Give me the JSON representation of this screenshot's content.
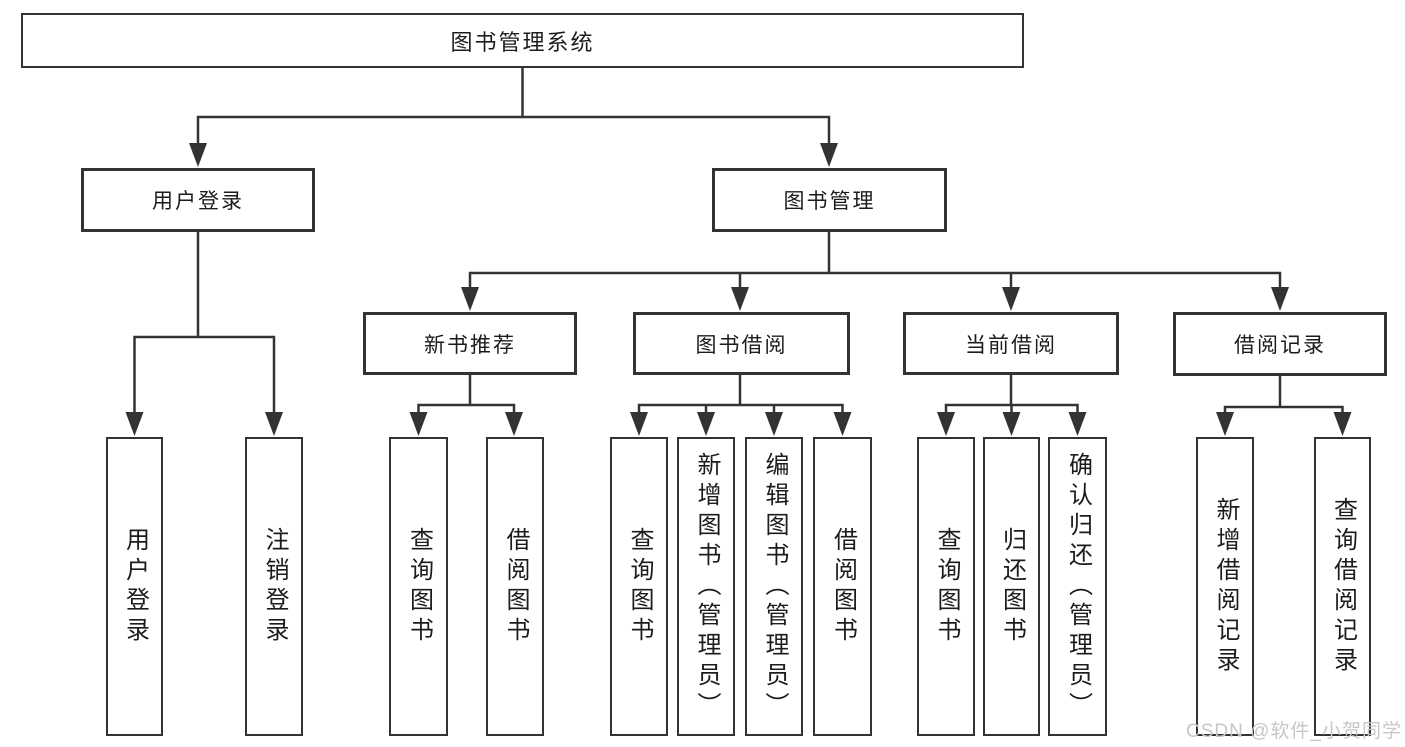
{
  "diagram": {
    "root": {
      "label": "图书管理系统",
      "children": [
        {
          "label": "用户登录",
          "children": [
            {
              "label": "用户登录"
            },
            {
              "label": "注销登录"
            }
          ]
        },
        {
          "label": "图书管理",
          "children": [
            {
              "label": "新书推荐",
              "children": [
                {
                  "label": "查询图书"
                },
                {
                  "label": "借阅图书"
                }
              ]
            },
            {
              "label": "图书借阅",
              "children": [
                {
                  "label": "查询图书"
                },
                {
                  "label": "新增图书（管理员）"
                },
                {
                  "label": "编辑图书（管理员）"
                },
                {
                  "label": "借阅图书"
                }
              ]
            },
            {
              "label": "当前借阅",
              "children": [
                {
                  "label": "查询图书"
                },
                {
                  "label": "归还图书"
                },
                {
                  "label": "确认归还（管理员）"
                }
              ]
            },
            {
              "label": "借阅记录",
              "children": [
                {
                  "label": "新增借阅记录"
                },
                {
                  "label": "查询借阅记录"
                }
              ]
            }
          ]
        }
      ]
    }
  },
  "watermark": {
    "text": "CSDN @软件_小贺同学",
    "color": "#c7c7c7"
  },
  "colors": {
    "line": "#333333",
    "border": "#333333",
    "text": "#1c1c1c",
    "background": "#ffffff"
  }
}
